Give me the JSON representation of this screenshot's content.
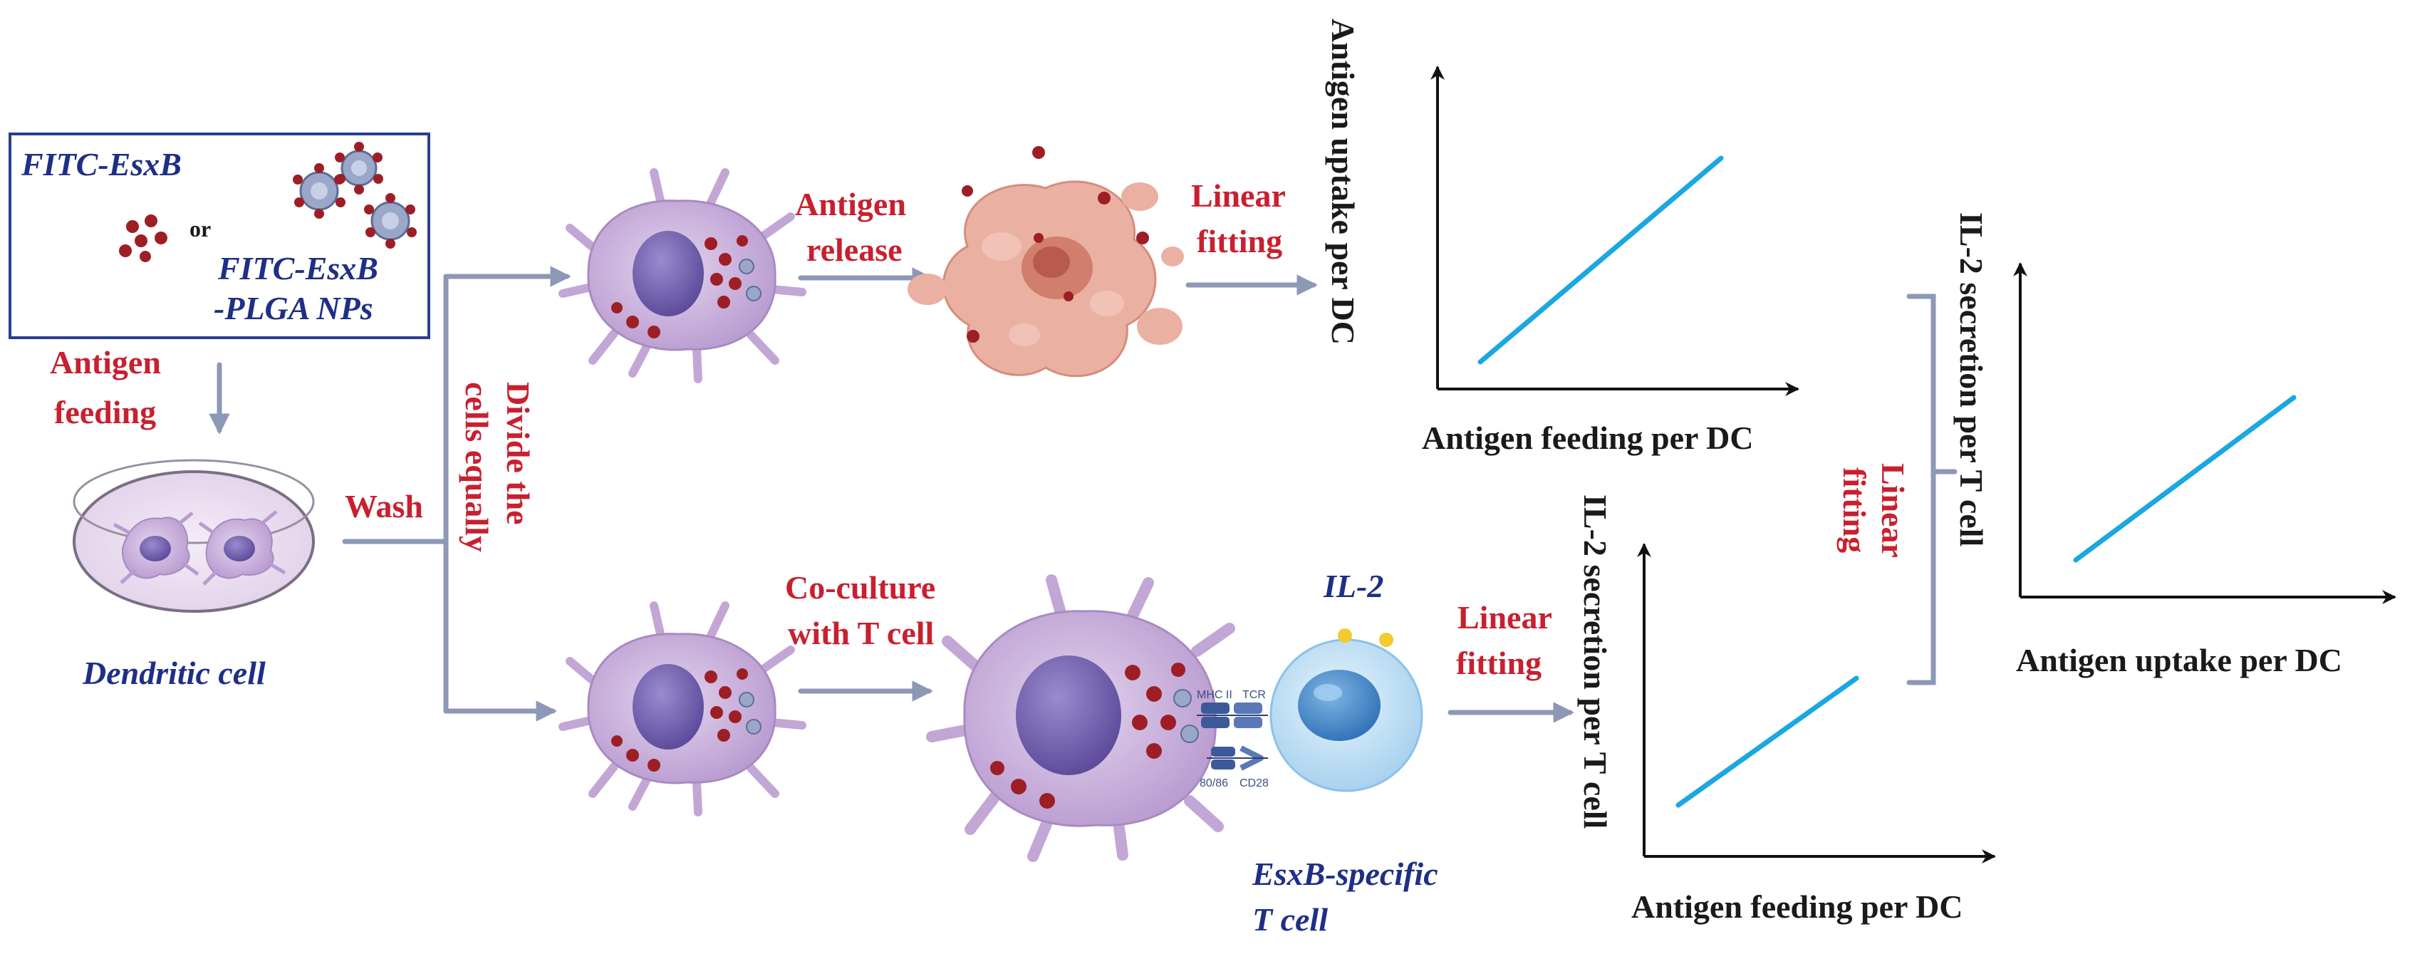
{
  "colors": {
    "red_label": "#c8202f",
    "blue_label": "#1f2f86",
    "arrow": "#8d98b6",
    "plot_line": "#1aa7e2",
    "cell_body": "#cbb3dd",
    "cell_nucleus": "#7462b0",
    "antigen": "#9d1f25",
    "released_cell": "#e8a89a",
    "t_cell": "#bfe0f5",
    "t_cell_nucleus": "#4a8fd0"
  },
  "input_box": {
    "option1": "FITC-EsxB",
    "or": "or",
    "option2_line1": "FITC-EsxB",
    "option2_line2": "-PLGA NPs"
  },
  "steps": {
    "antigen_feeding_1": "Antigen",
    "antigen_feeding_2": "feeding",
    "dish_caption": "Dendritic cell",
    "wash": "Wash",
    "divide_1": "Divide the",
    "divide_2": "cells equally",
    "antigen_release_1": "Antigen",
    "antigen_release_2": "release",
    "coculture_1": "Co-culture",
    "coculture_2": "with T cell",
    "linear_fitting_top_1": "Linear",
    "linear_fitting_top_2": "fitting",
    "linear_fitting_bottom_1": "Linear",
    "linear_fitting_bottom_2": "fitting",
    "linear_fitting_right_1": "Linear",
    "linear_fitting_right_2": "fitting",
    "il2": "IL-2",
    "tcell_caption_1": "EsxB-specific",
    "tcell_caption_2": "T cell",
    "mhc": "MHC II",
    "tcr": "TCR",
    "cd80": "80/86",
    "cd28": "CD28"
  },
  "plots": {
    "top": {
      "ylabel": "Antigen uptake per DC",
      "xlabel": "Antigen feeding per DC"
    },
    "bottom": {
      "ylabel": "IL-2 secretion per T cell",
      "xlabel": "Antigen feeding per DC"
    },
    "right": {
      "ylabel": "IL-2 secretion per T cell",
      "xlabel": "Antigen uptake per DC"
    }
  }
}
